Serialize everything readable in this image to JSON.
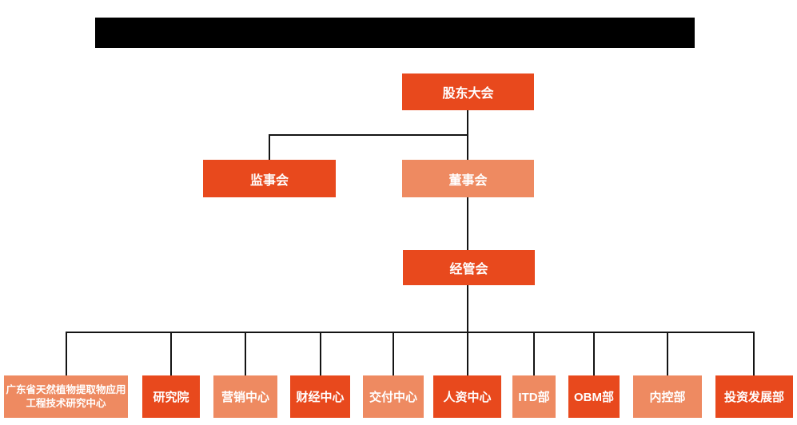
{
  "colors": {
    "primary_orange": "#E8491D",
    "light_orange": "#EE8A61",
    "connector_line": "#141414",
    "node_text": "#FFFFFF",
    "title_bar": "#000000",
    "background": "#FFFFFF"
  },
  "org_chart": {
    "root": {
      "label": "股东大会",
      "variant": "primary"
    },
    "level2": [
      {
        "label": "监事会",
        "variant": "primary"
      },
      {
        "label": "董事会",
        "variant": "light"
      }
    ],
    "level3": {
      "label": "经管会",
      "variant": "primary"
    },
    "departments": [
      {
        "label": "广东省天然植物提取物应用工程技术研究中心",
        "variant": "light"
      },
      {
        "label": "研究院",
        "variant": "primary"
      },
      {
        "label": "营销中心",
        "variant": "light"
      },
      {
        "label": "财经中心",
        "variant": "primary"
      },
      {
        "label": "交付中心",
        "variant": "light"
      },
      {
        "label": "人资中心",
        "variant": "primary"
      },
      {
        "label": "ITD部",
        "variant": "light"
      },
      {
        "label": "OBM部",
        "variant": "primary"
      },
      {
        "label": "内控部",
        "variant": "light"
      },
      {
        "label": "投资发展部",
        "variant": "primary"
      }
    ]
  }
}
